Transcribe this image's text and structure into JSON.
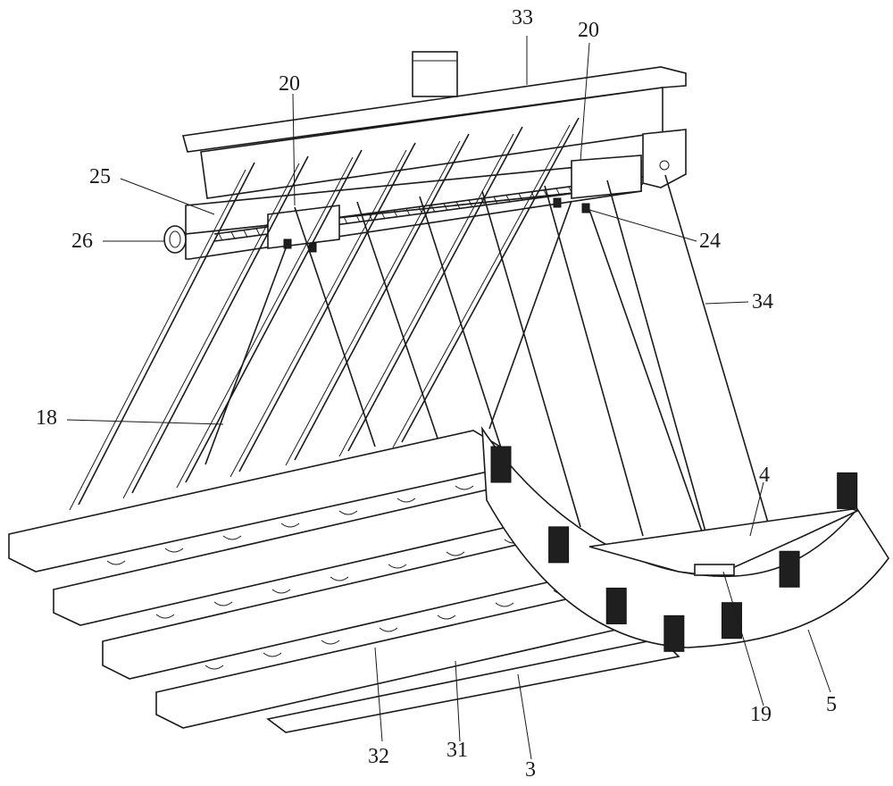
{
  "figure": {
    "labels": [
      {
        "id": "label-33",
        "text": "33"
      },
      {
        "id": "label-20-left",
        "text": "20"
      },
      {
        "id": "label-20-right",
        "text": "20"
      },
      {
        "id": "label-25",
        "text": "25"
      },
      {
        "id": "label-26",
        "text": "26"
      },
      {
        "id": "label-24",
        "text": "24"
      },
      {
        "id": "label-34",
        "text": "34"
      },
      {
        "id": "label-18",
        "text": "18"
      },
      {
        "id": "label-4",
        "text": "4"
      },
      {
        "id": "label-32",
        "text": "32"
      },
      {
        "id": "label-31",
        "text": "31"
      },
      {
        "id": "label-3",
        "text": "3"
      },
      {
        "id": "label-19",
        "text": "19"
      },
      {
        "id": "label-5",
        "text": "5"
      }
    ],
    "colors": {
      "line": "#1a1a1a",
      "background": "#ffffff",
      "fill_dark": "#1f1f1f"
    }
  }
}
